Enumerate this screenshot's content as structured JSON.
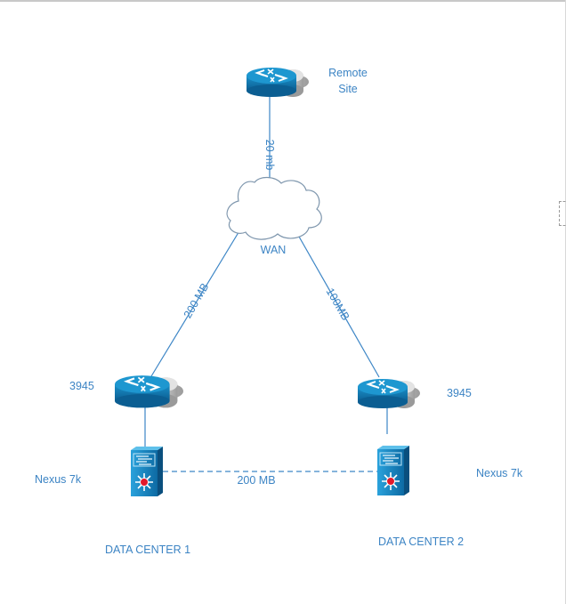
{
  "nodes": {
    "remote_site": {
      "label_line1": "Remote",
      "label_line2": "Site"
    },
    "wan": {
      "label": "WAN"
    },
    "router_dc1": {
      "label": "3945"
    },
    "router_dc2": {
      "label": "3945"
    },
    "switch_dc1": {
      "label": "Nexus 7k"
    },
    "switch_dc2": {
      "label": "Nexus 7k"
    }
  },
  "links": {
    "remote_wan": {
      "bandwidth": "20 mb"
    },
    "wan_dc1": {
      "bandwidth": "200 MB"
    },
    "wan_dc2": {
      "bandwidth": "100MB"
    },
    "dc1_dc2": {
      "bandwidth": "200 MB"
    }
  },
  "sites": {
    "dc1": {
      "label": "DATA CENTER 1"
    },
    "dc2": {
      "label": "DATA CENTER 2"
    }
  },
  "colors": {
    "link": "#3d86c6",
    "text": "#3c84c4",
    "device_blue": "#1b8fc8",
    "device_dark": "#0b5e92"
  }
}
